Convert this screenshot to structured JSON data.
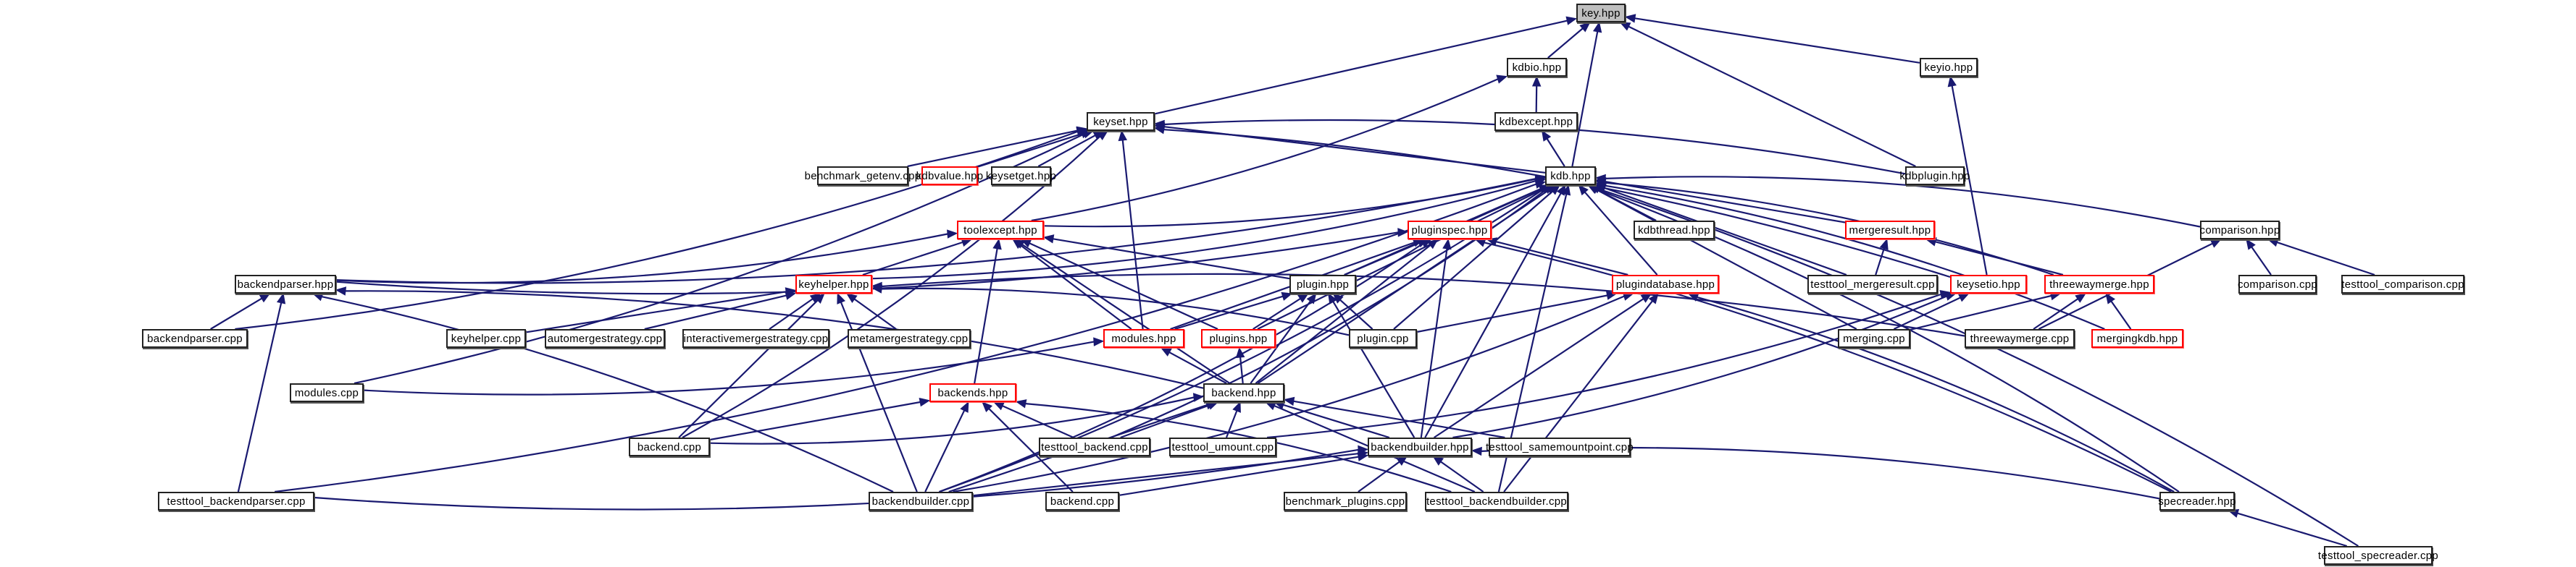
{
  "diagram": {
    "title": "key.hpp include dependency graph",
    "edge_color": "#191970",
    "highlight_border_color": "#ff0000",
    "root_fill_color": "#bfbfbf",
    "nodes": [
      {
        "id": "key_hpp",
        "label": "key.hpp",
        "style": "root"
      },
      {
        "id": "kdbio_hpp",
        "label": "kdbio.hpp",
        "style": "normal"
      },
      {
        "id": "keyio_hpp",
        "label": "keyio.hpp",
        "style": "normal"
      },
      {
        "id": "keyset_hpp",
        "label": "keyset.hpp",
        "style": "normal"
      },
      {
        "id": "kdbexcept_hpp",
        "label": "kdbexcept.hpp",
        "style": "normal"
      },
      {
        "id": "benchmark_getenv_cpp",
        "label": "benchmark_getenv.cpp",
        "style": "normal"
      },
      {
        "id": "kdbvalue_hpp",
        "label": "kdbvalue.hpp",
        "style": "red"
      },
      {
        "id": "keysetget_hpp",
        "label": "keysetget.hpp",
        "style": "normal"
      },
      {
        "id": "kdb_hpp",
        "label": "kdb.hpp",
        "style": "normal"
      },
      {
        "id": "kdbplugin_hpp",
        "label": "kdbplugin.hpp",
        "style": "normal"
      },
      {
        "id": "toolexcept_hpp",
        "label": "toolexcept.hpp",
        "style": "red"
      },
      {
        "id": "pluginspec_hpp",
        "label": "pluginspec.hpp",
        "style": "red"
      },
      {
        "id": "kdbthread_hpp",
        "label": "kdbthread.hpp",
        "style": "normal"
      },
      {
        "id": "mergeresult_hpp",
        "label": "mergeresult.hpp",
        "style": "red"
      },
      {
        "id": "comparison_hpp",
        "label": "comparison.hpp",
        "style": "normal"
      },
      {
        "id": "backendparser_hpp",
        "label": "backendparser.hpp",
        "style": "normal"
      },
      {
        "id": "keyhelper_hpp",
        "label": "keyhelper.hpp",
        "style": "red"
      },
      {
        "id": "plugin_hpp",
        "label": "plugin.hpp",
        "style": "normal"
      },
      {
        "id": "plugindatabase_hpp",
        "label": "plugindatabase.hpp",
        "style": "red"
      },
      {
        "id": "testtool_mergeresult_cpp",
        "label": "testtool_mergeresult.cpp",
        "style": "normal"
      },
      {
        "id": "keysetio_hpp",
        "label": "keysetio.hpp",
        "style": "red"
      },
      {
        "id": "threewaymerge_hpp",
        "label": "threewaymerge.hpp",
        "style": "red"
      },
      {
        "id": "comparison_cpp",
        "label": "comparison.cpp",
        "style": "normal"
      },
      {
        "id": "testtool_comparison_cpp",
        "label": "testtool_comparison.cpp",
        "style": "normal"
      },
      {
        "id": "backendparser_cpp",
        "label": "backendparser.cpp",
        "style": "normal"
      },
      {
        "id": "keyhelper_cpp",
        "label": "keyhelper.cpp",
        "style": "normal"
      },
      {
        "id": "automergestrategy_cpp",
        "label": "automergestrategy.cpp",
        "style": "normal"
      },
      {
        "id": "interactivemergestrategy_cpp",
        "label": "interactivemergestrategy.cpp",
        "style": "normal"
      },
      {
        "id": "metamergestrategy_cpp",
        "label": "metamergestrategy.cpp",
        "style": "normal"
      },
      {
        "id": "modules_hpp",
        "label": "modules.hpp",
        "style": "red"
      },
      {
        "id": "plugins_hpp",
        "label": "plugins.hpp",
        "style": "red"
      },
      {
        "id": "plugin_cpp",
        "label": "plugin.cpp",
        "style": "normal"
      },
      {
        "id": "merging_cpp",
        "label": "merging.cpp",
        "style": "normal"
      },
      {
        "id": "threewaymerge_cpp",
        "label": "threewaymerge.cpp",
        "style": "normal"
      },
      {
        "id": "mergingkdb_hpp",
        "label": "mergingkdb.hpp",
        "style": "red"
      },
      {
        "id": "modules_cpp",
        "label": "modules.cpp",
        "style": "normal"
      },
      {
        "id": "backends_hpp",
        "label": "backends.hpp",
        "style": "red"
      },
      {
        "id": "backend_hpp",
        "label": "backend.hpp",
        "style": "normal"
      },
      {
        "id": "backend_cpp_a",
        "label": "backend.cpp",
        "style": "normal"
      },
      {
        "id": "testtool_backend_cpp",
        "label": "testtool_backend.cpp",
        "style": "normal"
      },
      {
        "id": "testtool_umount_cpp",
        "label": "testtool_umount.cpp",
        "style": "normal"
      },
      {
        "id": "backendbuilder_hpp",
        "label": "backendbuilder.hpp",
        "style": "normal"
      },
      {
        "id": "testtool_samemountpoint_cpp",
        "label": "testtool_samemountpoint.cpp",
        "style": "normal"
      },
      {
        "id": "testtool_backendparser_cpp",
        "label": "testtool_backendparser.cpp",
        "style": "normal"
      },
      {
        "id": "backendbuilder_cpp",
        "label": "backendbuilder.cpp",
        "style": "normal"
      },
      {
        "id": "backend_cpp_b",
        "label": "backend.cpp",
        "style": "normal"
      },
      {
        "id": "benchmark_plugins_cpp",
        "label": "benchmark_plugins.cpp",
        "style": "normal"
      },
      {
        "id": "testtool_backendbuilder_cpp",
        "label": "testtool_backendbuilder.cpp",
        "style": "normal"
      },
      {
        "id": "specreader_hpp",
        "label": "specreader.hpp",
        "style": "normal"
      },
      {
        "id": "testtool_specreader_cpp",
        "label": "testtool_specreader.cpp",
        "style": "normal"
      }
    ],
    "edges": [
      [
        "kdbio_hpp",
        "key_hpp"
      ],
      [
        "keyio_hpp",
        "key_hpp"
      ],
      [
        "keyset_hpp",
        "key_hpp"
      ],
      [
        "kdb_hpp",
        "key_hpp"
      ],
      [
        "kdbplugin_hpp",
        "key_hpp"
      ],
      [
        "kdbexcept_hpp",
        "kdbio_hpp"
      ],
      [
        "toolexcept_hpp",
        "kdbio_hpp"
      ],
      [
        "kdb_hpp",
        "kdbexcept_hpp"
      ],
      [
        "keysetio_hpp",
        "keyio_hpp"
      ],
      [
        "benchmark_getenv_cpp",
        "keyset_hpp"
      ],
      [
        "kdbvalue_hpp",
        "keyset_hpp"
      ],
      [
        "keysetget_hpp",
        "keyset_hpp"
      ],
      [
        "kdb_hpp",
        "keyset_hpp"
      ],
      [
        "kdbplugin_hpp",
        "keyset_hpp"
      ],
      [
        "modules_hpp",
        "keyset_hpp"
      ],
      [
        "backendparser_cpp",
        "keyset_hpp"
      ],
      [
        "modules_cpp",
        "keyset_hpp"
      ],
      [
        "backend_cpp_a",
        "keyset_hpp"
      ],
      [
        "keysetio_hpp",
        "keyset_hpp"
      ],
      [
        "toolexcept_hpp",
        "kdb_hpp"
      ],
      [
        "pluginspec_hpp",
        "kdb_hpp"
      ],
      [
        "kdbthread_hpp",
        "kdb_hpp"
      ],
      [
        "mergeresult_hpp",
        "kdb_hpp"
      ],
      [
        "comparison_hpp",
        "kdb_hpp"
      ],
      [
        "backendparser_hpp",
        "kdb_hpp"
      ],
      [
        "keyhelper_hpp",
        "kdb_hpp"
      ],
      [
        "plugin_hpp",
        "kdb_hpp"
      ],
      [
        "plugindatabase_hpp",
        "kdb_hpp"
      ],
      [
        "testtool_mergeresult_cpp",
        "kdb_hpp"
      ],
      [
        "threewaymerge_hpp",
        "kdb_hpp"
      ],
      [
        "merging_cpp",
        "kdb_hpp"
      ],
      [
        "mergingkdb_hpp",
        "kdb_hpp"
      ],
      [
        "plugins_hpp",
        "kdb_hpp"
      ],
      [
        "plugin_cpp",
        "kdb_hpp"
      ],
      [
        "backend_hpp",
        "kdb_hpp"
      ],
      [
        "backendbuilder_hpp",
        "kdb_hpp"
      ],
      [
        "testtool_backend_cpp",
        "kdb_hpp"
      ],
      [
        "backendbuilder_cpp",
        "kdb_hpp"
      ],
      [
        "testtool_backendbuilder_cpp",
        "kdb_hpp"
      ],
      [
        "specreader_hpp",
        "kdb_hpp"
      ],
      [
        "testtool_specreader_cpp",
        "kdb_hpp"
      ],
      [
        "testtool_backendparser_cpp",
        "kdb_hpp"
      ],
      [
        "keyhelper_hpp",
        "toolexcept_hpp"
      ],
      [
        "plugin_hpp",
        "toolexcept_hpp"
      ],
      [
        "backends_hpp",
        "toolexcept_hpp"
      ],
      [
        "backend_hpp",
        "toolexcept_hpp"
      ],
      [
        "modules_hpp",
        "toolexcept_hpp"
      ],
      [
        "plugins_hpp",
        "toolexcept_hpp"
      ],
      [
        "backendparser_hpp",
        "toolexcept_hpp"
      ],
      [
        "plugin_hpp",
        "pluginspec_hpp"
      ],
      [
        "plugindatabase_hpp",
        "pluginspec_hpp"
      ],
      [
        "backendbuilder_hpp",
        "pluginspec_hpp"
      ],
      [
        "backendparser_hpp",
        "pluginspec_hpp"
      ],
      [
        "backend_hpp",
        "pluginspec_hpp"
      ],
      [
        "specreader_hpp",
        "pluginspec_hpp"
      ],
      [
        "modules_hpp",
        "pluginspec_hpp"
      ],
      [
        "backendbuilder_cpp",
        "pluginspec_hpp"
      ],
      [
        "testtool_mergeresult_cpp",
        "mergeresult_hpp"
      ],
      [
        "threewaymerge_hpp",
        "mergeresult_hpp"
      ],
      [
        "comparison_cpp",
        "comparison_hpp"
      ],
      [
        "testtool_comparison_cpp",
        "comparison_hpp"
      ],
      [
        "threewaymerge_cpp",
        "comparison_hpp"
      ],
      [
        "backendparser_cpp",
        "backendparser_hpp"
      ],
      [
        "testtool_backendparser_cpp",
        "backendparser_hpp"
      ],
      [
        "backendbuilder_cpp",
        "backendparser_hpp"
      ],
      [
        "backend_hpp",
        "backendparser_hpp"
      ],
      [
        "keyhelper_cpp",
        "keyhelper_hpp"
      ],
      [
        "automergestrategy_cpp",
        "keyhelper_hpp"
      ],
      [
        "interactivemergestrategy_cpp",
        "keyhelper_hpp"
      ],
      [
        "metamergestrategy_cpp",
        "keyhelper_hpp"
      ],
      [
        "plugin_cpp",
        "keyhelper_hpp"
      ],
      [
        "threewaymerge_cpp",
        "keyhelper_hpp"
      ],
      [
        "backendbuilder_cpp",
        "keyhelper_hpp"
      ],
      [
        "backend_cpp_a",
        "keyhelper_hpp"
      ],
      [
        "modules_hpp",
        "plugin_hpp"
      ],
      [
        "plugins_hpp",
        "plugin_hpp"
      ],
      [
        "plugin_cpp",
        "plugin_hpp"
      ],
      [
        "backend_hpp",
        "plugin_hpp"
      ],
      [
        "backendbuilder_hpp",
        "plugin_hpp"
      ],
      [
        "plugin_cpp",
        "plugindatabase_hpp"
      ],
      [
        "backendbuilder_hpp",
        "plugindatabase_hpp"
      ],
      [
        "backendbuilder_cpp",
        "plugindatabase_hpp"
      ],
      [
        "testtool_backendbuilder_cpp",
        "plugindatabase_hpp"
      ],
      [
        "specreader_hpp",
        "plugindatabase_hpp"
      ],
      [
        "merging_cpp",
        "keysetio_hpp"
      ],
      [
        "backendbuilder_hpp",
        "keysetio_hpp"
      ],
      [
        "testtool_umount_cpp",
        "keysetio_hpp"
      ],
      [
        "merging_cpp",
        "threewaymerge_hpp"
      ],
      [
        "threewaymerge_cpp",
        "threewaymerge_hpp"
      ],
      [
        "mergingkdb_hpp",
        "threewaymerge_hpp"
      ],
      [
        "modules_cpp",
        "modules_hpp"
      ],
      [
        "backend_hpp",
        "modules_hpp"
      ],
      [
        "backend_hpp",
        "plugins_hpp"
      ],
      [
        "backend_cpp_a",
        "backends_hpp"
      ],
      [
        "testtool_backend_cpp",
        "backends_hpp"
      ],
      [
        "backendbuilder_cpp",
        "backends_hpp"
      ],
      [
        "backend_cpp_b",
        "backends_hpp"
      ],
      [
        "testtool_backendbuilder_cpp",
        "backends_hpp"
      ],
      [
        "backend_cpp_a",
        "backend_hpp"
      ],
      [
        "testtool_backend_cpp",
        "backend_hpp"
      ],
      [
        "testtool_umount_cpp",
        "backend_hpp"
      ],
      [
        "backendbuilder_hpp",
        "backend_hpp"
      ],
      [
        "testtool_samemountpoint_cpp",
        "backend_hpp"
      ],
      [
        "backendbuilder_cpp",
        "backend_hpp"
      ],
      [
        "testtool_backendbuilder_cpp",
        "backend_hpp"
      ],
      [
        "testtool_backendparser_cpp",
        "backendbuilder_hpp"
      ],
      [
        "backendbuilder_cpp",
        "backendbuilder_hpp"
      ],
      [
        "backend_cpp_b",
        "backendbuilder_hpp"
      ],
      [
        "benchmark_plugins_cpp",
        "backendbuilder_hpp"
      ],
      [
        "testtool_backendbuilder_cpp",
        "backendbuilder_hpp"
      ],
      [
        "specreader_hpp",
        "backendbuilder_hpp"
      ],
      [
        "testtool_specreader_cpp",
        "specreader_hpp"
      ]
    ]
  }
}
